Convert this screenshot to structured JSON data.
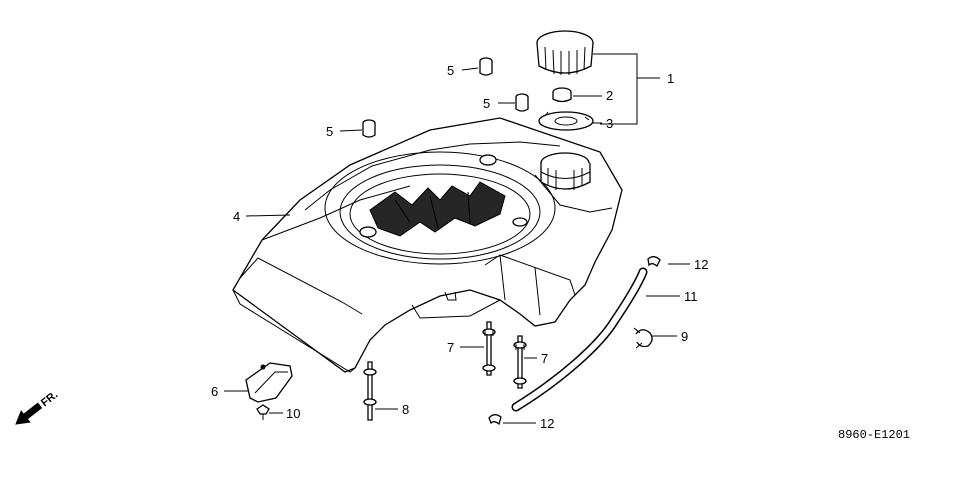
{
  "callouts": [
    {
      "id": "c1",
      "text": "1"
    },
    {
      "id": "c2",
      "text": "2"
    },
    {
      "id": "c3",
      "text": "3"
    },
    {
      "id": "c4",
      "text": "4"
    },
    {
      "id": "c5a",
      "text": "5"
    },
    {
      "id": "c5b",
      "text": "5"
    },
    {
      "id": "c5c",
      "text": "5"
    },
    {
      "id": "c6",
      "text": "6"
    },
    {
      "id": "c7a",
      "text": "7"
    },
    {
      "id": "c7b",
      "text": "7"
    },
    {
      "id": "c8",
      "text": "8"
    },
    {
      "id": "c9",
      "text": "9"
    },
    {
      "id": "c10",
      "text": "10"
    },
    {
      "id": "c11",
      "text": "11"
    },
    {
      "id": "c12a",
      "text": "12"
    },
    {
      "id": "c12b",
      "text": "12"
    }
  ],
  "direction_marker": "FR.",
  "diagram_code": "8960-E1201"
}
